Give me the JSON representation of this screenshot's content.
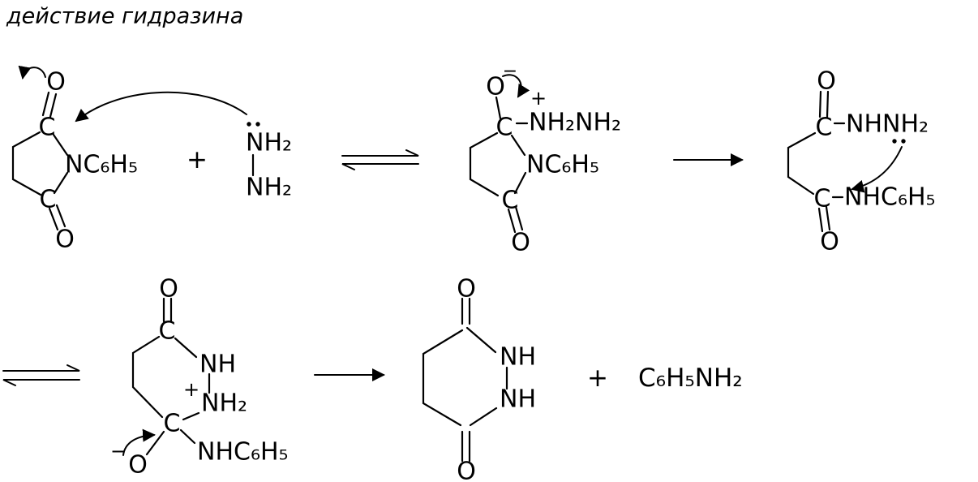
{
  "title": "действие гидразина",
  "colors": {
    "ink": "#000000",
    "background": "#ffffff"
  },
  "operators": {
    "plus_top": "+",
    "plus_bottom": "+"
  },
  "molecules": {
    "succinimide": {
      "o_top": "O",
      "c_top": "C",
      "ring_n": "NC₆H₅",
      "c_bot": "C",
      "o_bot": "O"
    },
    "hydrazine": {
      "nh2_top": "NH₂",
      "nh2_bot": "NH₂"
    },
    "intermediate1": {
      "o_top": "O",
      "charge_minus": "−",
      "charge_plus": "+",
      "c_top": "C",
      "amine": "NH₂NH₂",
      "ring_n": "NC₆H₅",
      "c_bot": "C",
      "o_bot": "O"
    },
    "open_chain": {
      "o_top": "O",
      "c_top": "C",
      "hydrazide": "NHNH₂",
      "c_bot": "C",
      "anilide": "NHC₆H₅",
      "o_bot": "O"
    },
    "cyclic_intermediate": {
      "o_top": "O",
      "c_top": "C",
      "nh": "NH",
      "charge_plus": "+",
      "nh2": "NH₂",
      "c_bot": "C",
      "charge_minus": "−",
      "o_bot": "O",
      "leaving_group": "NHC₆H₅"
    },
    "product": {
      "o_top": "O",
      "nh_top": "NH",
      "nh_bot": "NH",
      "o_bot": "O"
    },
    "aniline": "C₆H₅NH₂"
  }
}
